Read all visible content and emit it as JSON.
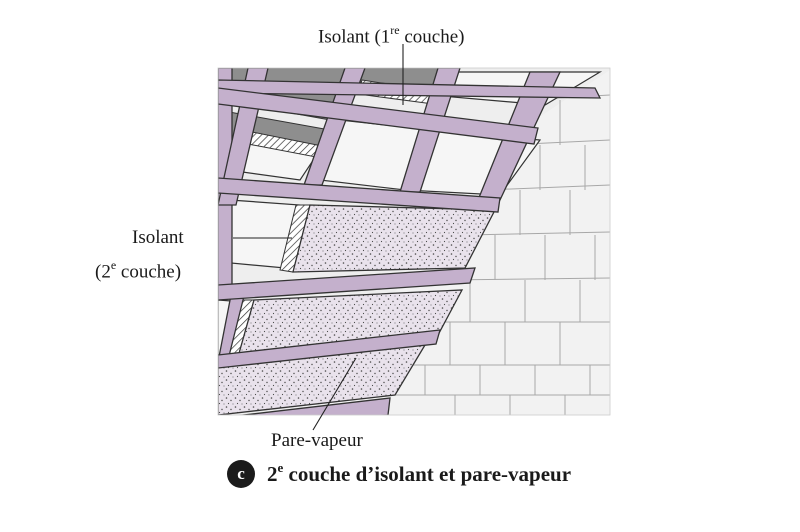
{
  "labels": {
    "top": {
      "text": "Isolant (1",
      "sup": "re",
      "after": " couche)"
    },
    "left_line1": "Isolant",
    "left_line2": {
      "before": "(2",
      "sup": "e",
      "after": " couche)"
    },
    "bottom": "Pare-vapeur"
  },
  "caption": {
    "badge": "c",
    "prefix": "2",
    "sup": "e",
    "text": " couche d’isolant et pare-vapeur"
  },
  "colors": {
    "rafter": "#c4b0cc",
    "rafter_outline": "#3a3a3a",
    "foam": "#e9e2ec",
    "dot": "#4a4a4a",
    "brick": "#f0f0f0",
    "brick_line": "#aaaaaa",
    "insulation_face": "#f4f4f4",
    "gap": "#8d8d8d"
  }
}
